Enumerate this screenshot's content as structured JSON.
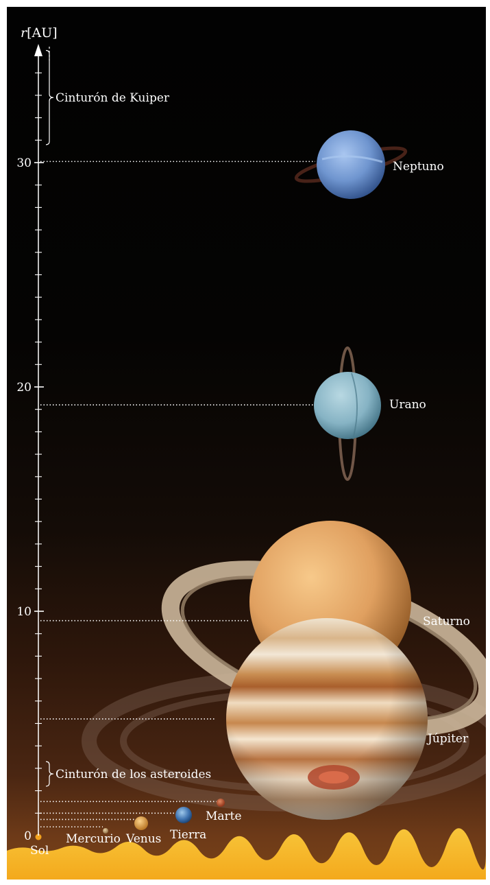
{
  "axis": {
    "variable": "r",
    "unit": "[AU]",
    "ticks": [
      {
        "value": 0,
        "label": "0"
      },
      {
        "value": 10,
        "label": "10"
      },
      {
        "value": 20,
        "label": "20"
      },
      {
        "value": 30,
        "label": "30"
      }
    ],
    "max": 35
  },
  "belts": {
    "kuiper": {
      "label": "Cinturón de Kuiper",
      "from_au": 30.8,
      "to_au": 35
    },
    "asteroids": {
      "label": "Cinturón de los asteroides",
      "from_au": 2.2,
      "to_au": 3.3
    }
  },
  "sun": {
    "label": "Sol",
    "color": "#f2a21e"
  },
  "planets": [
    {
      "name": "Mercurio",
      "distance_au": 0.39,
      "color": "#c9a36b"
    },
    {
      "name": "Venus",
      "distance_au": 0.72,
      "color": "#e0a24a"
    },
    {
      "name": "Tierra",
      "distance_au": 1.0,
      "color": "#3f73b0"
    },
    {
      "name": "Marte",
      "distance_au": 1.52,
      "color": "#c0502e"
    },
    {
      "name": "Júpiter",
      "distance_au": 5.2,
      "color": "#c98b52"
    },
    {
      "name": "Saturno",
      "distance_au": 9.58,
      "color": "#e0a060"
    },
    {
      "name": "Urano",
      "distance_au": 19.2,
      "color": "#8fb8c8"
    },
    {
      "name": "Neptuno",
      "distance_au": 30.05,
      "color": "#6f95cf"
    }
  ]
}
